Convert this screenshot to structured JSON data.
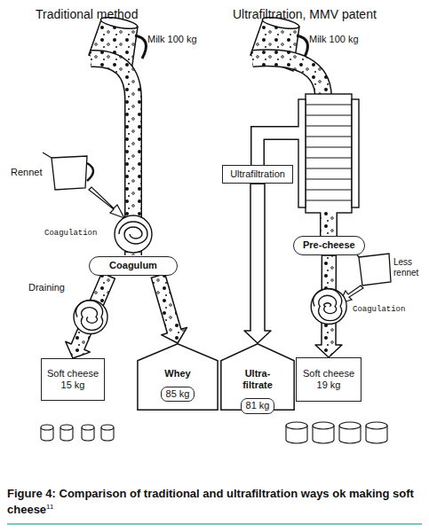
{
  "diagram": {
    "caption": "Figure 4: Comparison of traditional and ultrafiltration ways ok making soft cheese",
    "nodes": [
      {
        "text": [
          "Coagulum"
        ]
      },
      {
        "text": [
          "Soft cheese",
          "15 kg"
        ]
      },
      {
        "text": [
          "Whey",
          "85 kg"
        ]
      },
      {
        "text": [
          "Ultrafiltration"
        ]
      },
      {
        "text": [
          "Pre-cheese"
        ]
      },
      {
        "text": [
          "Ultra-filtrate",
          "81 kg"
        ]
      },
      {
        "text": [
          "Soft cheese",
          "19 kg"
        ]
      }
    ],
    "edges": [
      {
        "from": 0,
        "to": 1,
        "arrow": "to"
      },
      {
        "from": 0,
        "to": 2,
        "arrow": "to"
      },
      {
        "from": 3,
        "to": 5,
        "arrow": "to"
      },
      {
        "from": 4,
        "to": 6,
        "arrow": "to"
      }
    ],
    "labels": [
      "Traditional method",
      "Ultrafiltration, MMV patent",
      "Milk 100 kg",
      "Milk 100 kg",
      "Rennet",
      "Coagulation",
      "Draining",
      "Coagulation",
      "Less rennet",
      "11"
    ]
  }
}
